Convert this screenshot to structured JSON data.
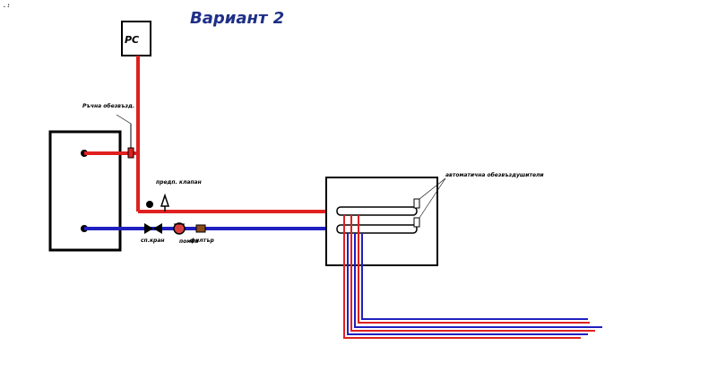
{
  "title": "Вариант 2",
  "labels": {
    "pressure_switch": "РС",
    "manual_vent": "Ръчна обезвъзд.",
    "safety_valve": "предп. клапан",
    "shutoff_valve": "сп.кран",
    "pump": "помпа",
    "filter": "филтър",
    "auto_vent": "автоматична обезвъздушители"
  },
  "colors": {
    "supply": "#e02020",
    "return": "#2020c0",
    "outline": "#000000",
    "title": "#1e2f86"
  }
}
